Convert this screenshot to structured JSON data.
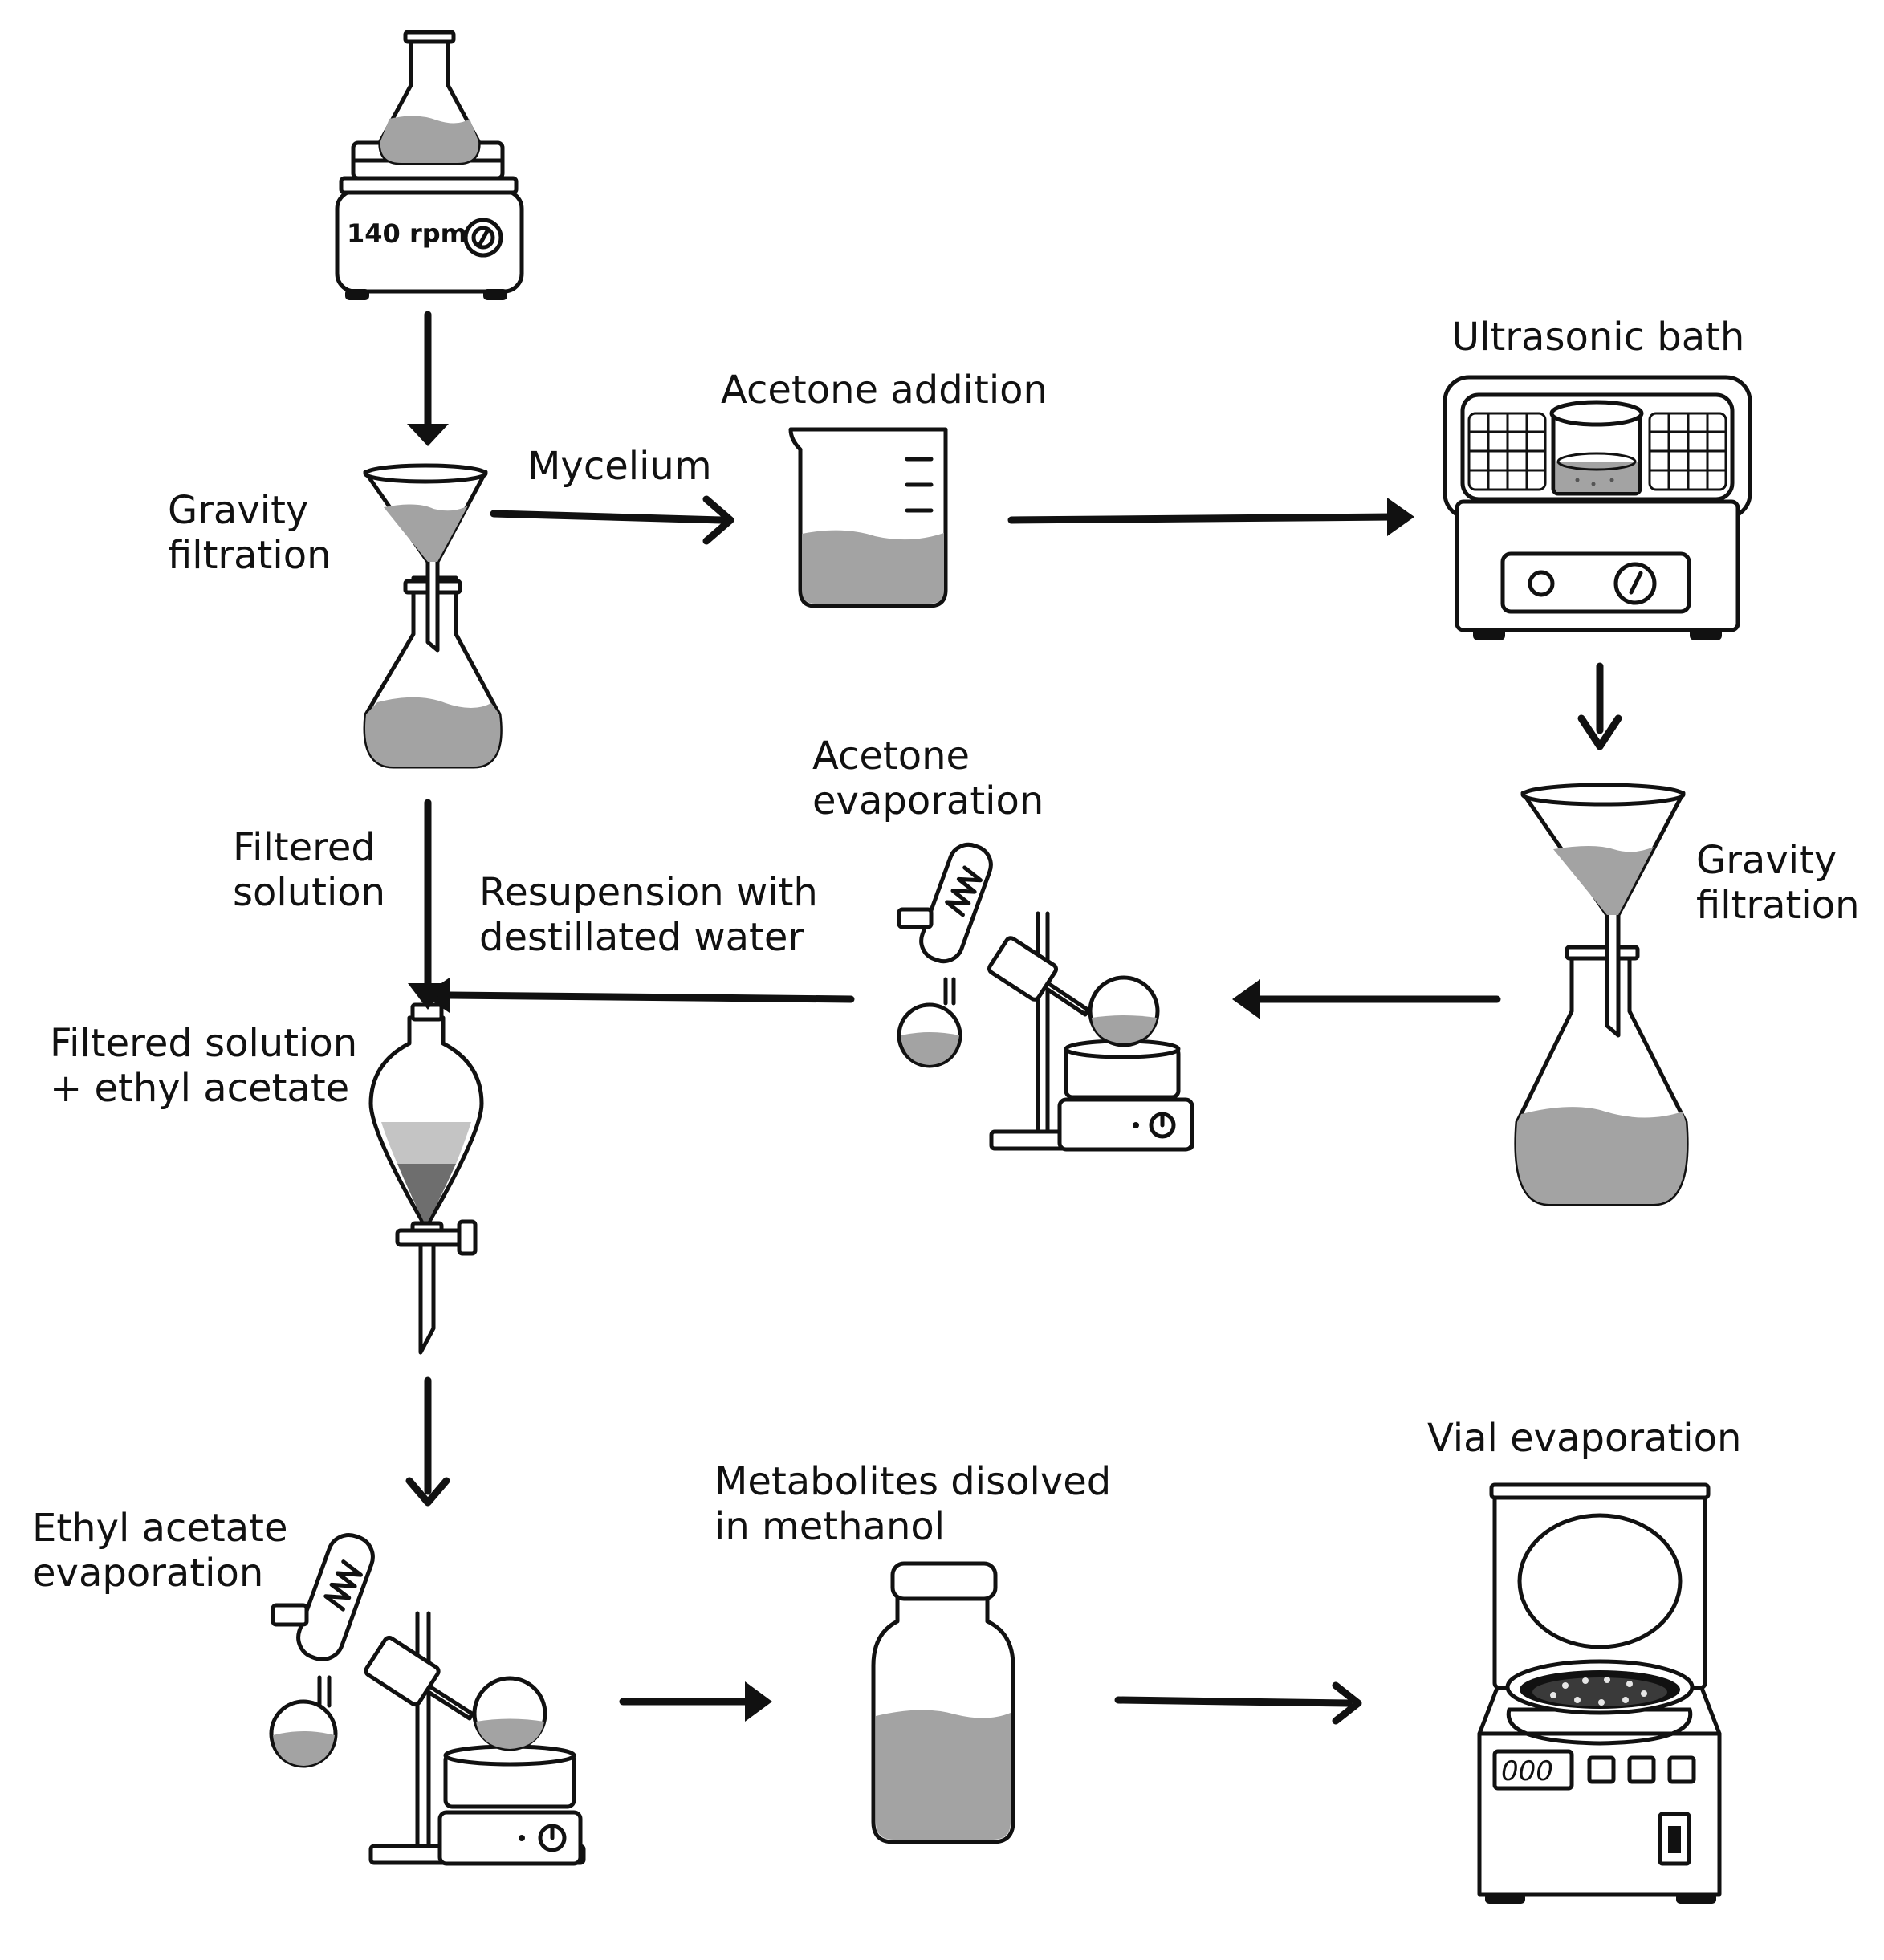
{
  "colors": {
    "stroke": "#111111",
    "liquid": "#a3a3a3",
    "liquid_dark": "#6e6e6e",
    "liquid_light": "#c4c4c4",
    "background": "#ffffff"
  },
  "labels": {
    "shaker_speed": "140 rpm",
    "gravity_filtration_1": [
      "Gravity",
      "filtration"
    ],
    "mycelium": "Mycelium",
    "acetone_addition": "Acetone addition",
    "ultrasonic_bath": "Ultrasonic  bath",
    "gravity_filtration_2": [
      "Gravity",
      "filtration"
    ],
    "acetone_evaporation": [
      "Acetone",
      "evaporation"
    ],
    "filtered_solution": [
      "Filtered",
      "solution"
    ],
    "resuspension": [
      "Resupension with",
      "destillated water"
    ],
    "filtered_plus_ethyl": [
      "Filtered solution",
      "+ ethyl acetate"
    ],
    "ethyl_acetate_evaporation": [
      "Ethyl acetate",
      "evaporation"
    ],
    "metabolites": [
      "Metabolites disolved",
      "in methanol"
    ],
    "vial_evaporation": "Vial evaporation",
    "display_digits": "000"
  },
  "icons": [
    "orbital-shaker-icon",
    "funnel-flask-icon",
    "beaker-icon",
    "ultrasonic-bath-icon",
    "rotary-evaporator-icon",
    "separatory-funnel-icon",
    "vial-icon",
    "centrifuge-icon"
  ]
}
